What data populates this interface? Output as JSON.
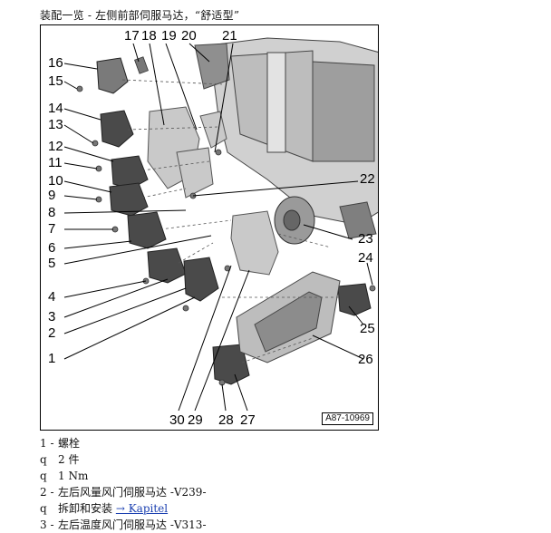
{
  "title": "装配一览 - 左侧前部伺服马达，“舒适型”",
  "figure": {
    "id": "A87-10969",
    "callouts": [
      {
        "n": "17"
      },
      {
        "n": "18"
      },
      {
        "n": "19"
      },
      {
        "n": "20"
      },
      {
        "n": "21"
      },
      {
        "n": "16"
      },
      {
        "n": "15"
      },
      {
        "n": "14"
      },
      {
        "n": "13"
      },
      {
        "n": "12"
      },
      {
        "n": "11"
      },
      {
        "n": "10"
      },
      {
        "n": "9"
      },
      {
        "n": "22"
      },
      {
        "n": "8"
      },
      {
        "n": "7"
      },
      {
        "n": "23"
      },
      {
        "n": "6"
      },
      {
        "n": "5"
      },
      {
        "n": "24"
      },
      {
        "n": "4"
      },
      {
        "n": "3"
      },
      {
        "n": "25"
      },
      {
        "n": "2"
      },
      {
        "n": "1"
      },
      {
        "n": "26"
      },
      {
        "n": "30"
      },
      {
        "n": "29"
      },
      {
        "n": "28"
      },
      {
        "n": "27"
      }
    ]
  },
  "legend": [
    {
      "num": "1 -",
      "text": "螺栓"
    },
    {
      "bullet": "q",
      "text": "2 件"
    },
    {
      "bullet": "q",
      "text": "1 Nm"
    },
    {
      "num": "2 -",
      "text": "左后风量风门伺服马达 -V239-"
    },
    {
      "bullet": "q",
      "text": "拆卸和安装",
      "link": "→ Kapitel"
    },
    {
      "num": "3 -",
      "text": "左后温度风门伺服马达 -V313-"
    }
  ]
}
